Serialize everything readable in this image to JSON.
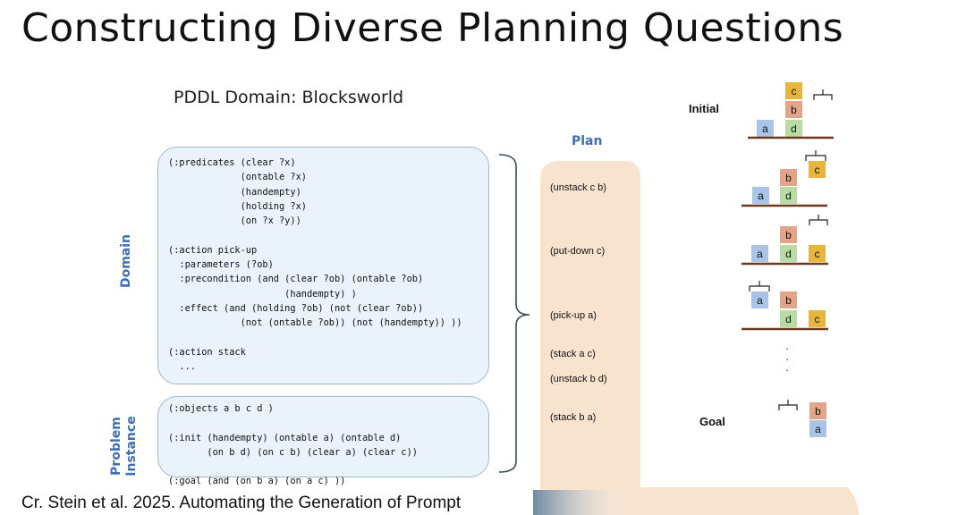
{
  "slide": {
    "title": "Constructing Diverse Planning Questions",
    "citation": "Cr. Stein et al. 2025. Automating the Generation of Prompt"
  },
  "pddl": {
    "title": "PDDL Domain: Blocksworld",
    "domain_label": "Domain",
    "problem_label": "Problem\nInstance",
    "domain_code": "(:predicates (clear ?x)\n             (ontable ?x)\n             (handempty)\n             (holding ?x)\n             (on ?x ?y))\n\n(:action pick-up\n  :parameters (?ob)\n  :precondition (and (clear ?ob) (ontable ?ob)\n                     (handempty) )\n  :effect (and (holding ?ob) (not (clear ?ob))\n             (not (ontable ?ob)) (not (handempty)) ))\n\n(:action stack\n  ...",
    "problem_code": "(:objects a b c d )\n\n(:init (handempty) (ontable a) (ontable d)\n       (on b d) (on c b) (clear a) (clear c))\n\n(:goal (and (on b a) (on a c) ))"
  },
  "plan": {
    "label": "Plan",
    "steps": [
      "(unstack c b)",
      "(put-down c)",
      "(pick-up a)",
      "(stack a c)",
      "(unstack b d)",
      "(stack b a)"
    ]
  },
  "blocksworld": {
    "initial_label": "Initial",
    "goal_label": "Goal",
    "ellipsis": "·\n·\n·",
    "colors": {
      "a": "#a9c4e8",
      "b": "#e3a48a",
      "c": "#e8b53c",
      "d": "#b9dca4",
      "table": "#6b3a1f",
      "plan_panel": "#f8e3cf",
      "label_blue": "#3f6fb3"
    },
    "states": [
      {
        "name": "initial",
        "blocks": [
          "a",
          "d",
          "b",
          "c"
        ]
      },
      {
        "name": "after-unstack-c-b",
        "blocks": [
          "a",
          "d",
          "b",
          "c"
        ]
      },
      {
        "name": "after-put-down-c",
        "blocks": [
          "a",
          "d",
          "b",
          "c"
        ]
      },
      {
        "name": "after-pick-up-a",
        "blocks": [
          "a",
          "d",
          "b",
          "c"
        ]
      },
      {
        "name": "goal",
        "blocks": [
          "a",
          "b"
        ]
      }
    ]
  }
}
